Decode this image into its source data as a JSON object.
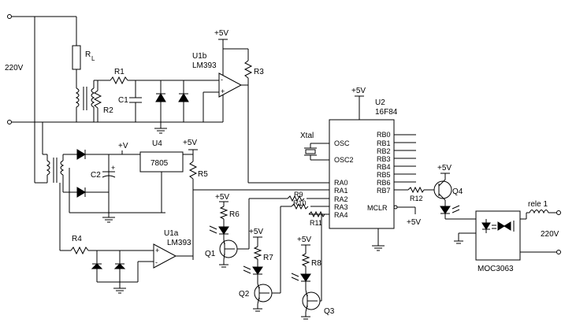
{
  "labels": {
    "mains_left": "220V",
    "mains_right": "220V",
    "rl": "R",
    "rl_sub": "L",
    "r1": "R1",
    "r2": "R2",
    "r3": "R3",
    "r4": "R4",
    "r5": "R5",
    "r6": "R6",
    "r7": "R7",
    "r8": "R8",
    "r9": "R9",
    "r10": "R10",
    "r11": "R11",
    "r12": "R12",
    "c1": "C1",
    "c2": "C2",
    "u1b": "U1b",
    "u1b_part": "LM393",
    "u1a": "U1a",
    "u1a_part": "LM393",
    "u4": "U4",
    "reg": "7805",
    "u2": "U2",
    "u2_part": "16F84",
    "xtal": "Xtal",
    "osc": "OSC",
    "osc2": "OSC2",
    "ra0": "RA0",
    "ra1": "RA1",
    "ra2": "RA2",
    "ra3": "RA3",
    "ra4": "RA4",
    "rb0": "RB0",
    "rb1": "RB1",
    "rb2": "RB2",
    "rb3": "RB3",
    "rb4": "RB4",
    "rb5": "RB5",
    "rb6": "RB6",
    "rb7": "RB7",
    "mclr": "MCLR",
    "q1": "Q1",
    "q2": "Q2",
    "q3": "Q3",
    "q4": "Q4",
    "moc": "MOC3063",
    "rele": "rele 1",
    "vplus": "+V",
    "v5": "+5V",
    "minus": "-",
    "plus": "+"
  }
}
